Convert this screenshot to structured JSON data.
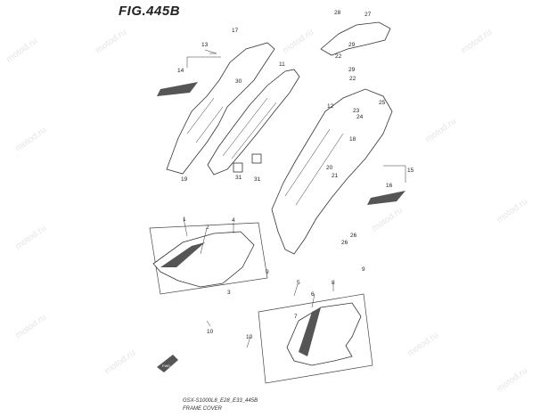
{
  "figure": {
    "title": "FIG.445B"
  },
  "footer": {
    "model": "GSX-S1000L8_E28_E33_445B",
    "caption": "FRAME COVER"
  },
  "watermark": "motod.ru",
  "arrow_badge": "FWD",
  "callouts": {
    "c1": "1",
    "c2": "2",
    "c3": "3",
    "c4": "4",
    "c5": "5",
    "c6": "6",
    "c7": "7",
    "c8": "8",
    "c9a": "9",
    "c9b": "9",
    "c10a": "10",
    "c10b": "10",
    "c11": "11",
    "c12": "12",
    "c13": "13",
    "c14": "14",
    "c15": "15",
    "c16": "16",
    "c17": "17",
    "c18": "18",
    "c19": "19",
    "c20": "20",
    "c21": "21",
    "c22a": "22",
    "c22b": "22",
    "c23": "23",
    "c24": "24",
    "c25": "25",
    "c26": "26",
    "c26b": "26",
    "c27": "27",
    "c28": "28",
    "c29a": "29",
    "c29b": "29",
    "c30": "30",
    "c31a": "31",
    "c31b": "31"
  }
}
